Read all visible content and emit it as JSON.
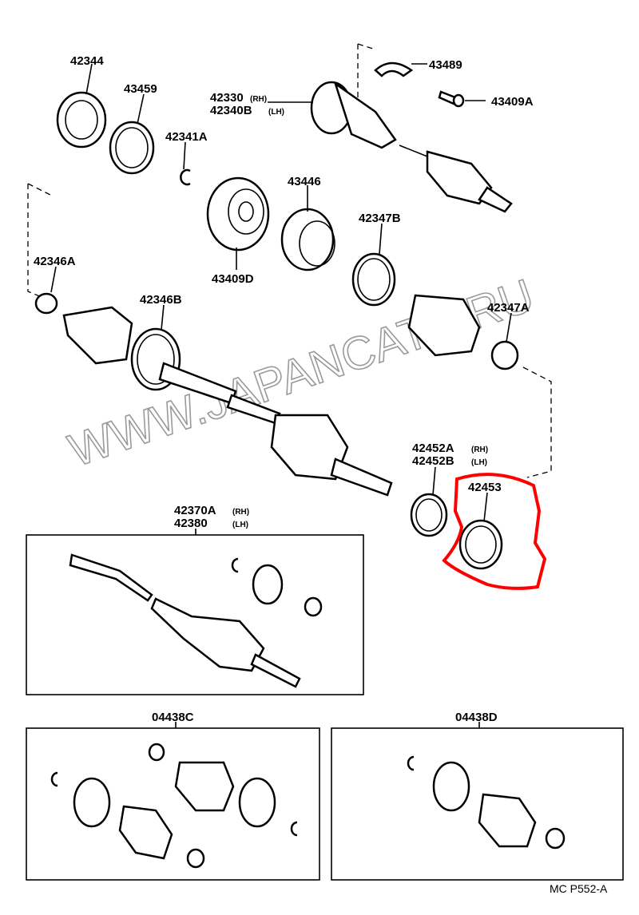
{
  "diagram_title_code": "MC P552-A",
  "watermark": "WWW.JAPANCATS.RU",
  "highlight_color": "#ff0000",
  "parts": {
    "p42344": "42344",
    "p43459": "43459",
    "p42341A": "42341A",
    "p43489": "43489",
    "p42330": "42330",
    "p42330_side": "(RH)",
    "p42340B": "42340B",
    "p42340B_side": "(LH)",
    "p43409A": "43409A",
    "p43446": "43446",
    "p42347B": "42347B",
    "p43409D": "43409D",
    "p42346A": "42346A",
    "p42346B": "42346B",
    "p42347A": "42347A",
    "p42452A": "42452A",
    "p42452A_side": "(RH)",
    "p42452B": "42452B",
    "p42452B_side": "(LH)",
    "p42453": "42453",
    "p42370A": "42370A",
    "p42370A_side": "(RH)",
    "p42380": "42380",
    "p42380_side": "(LH)",
    "p04438C": "04438C",
    "p04438D": "04438D"
  }
}
